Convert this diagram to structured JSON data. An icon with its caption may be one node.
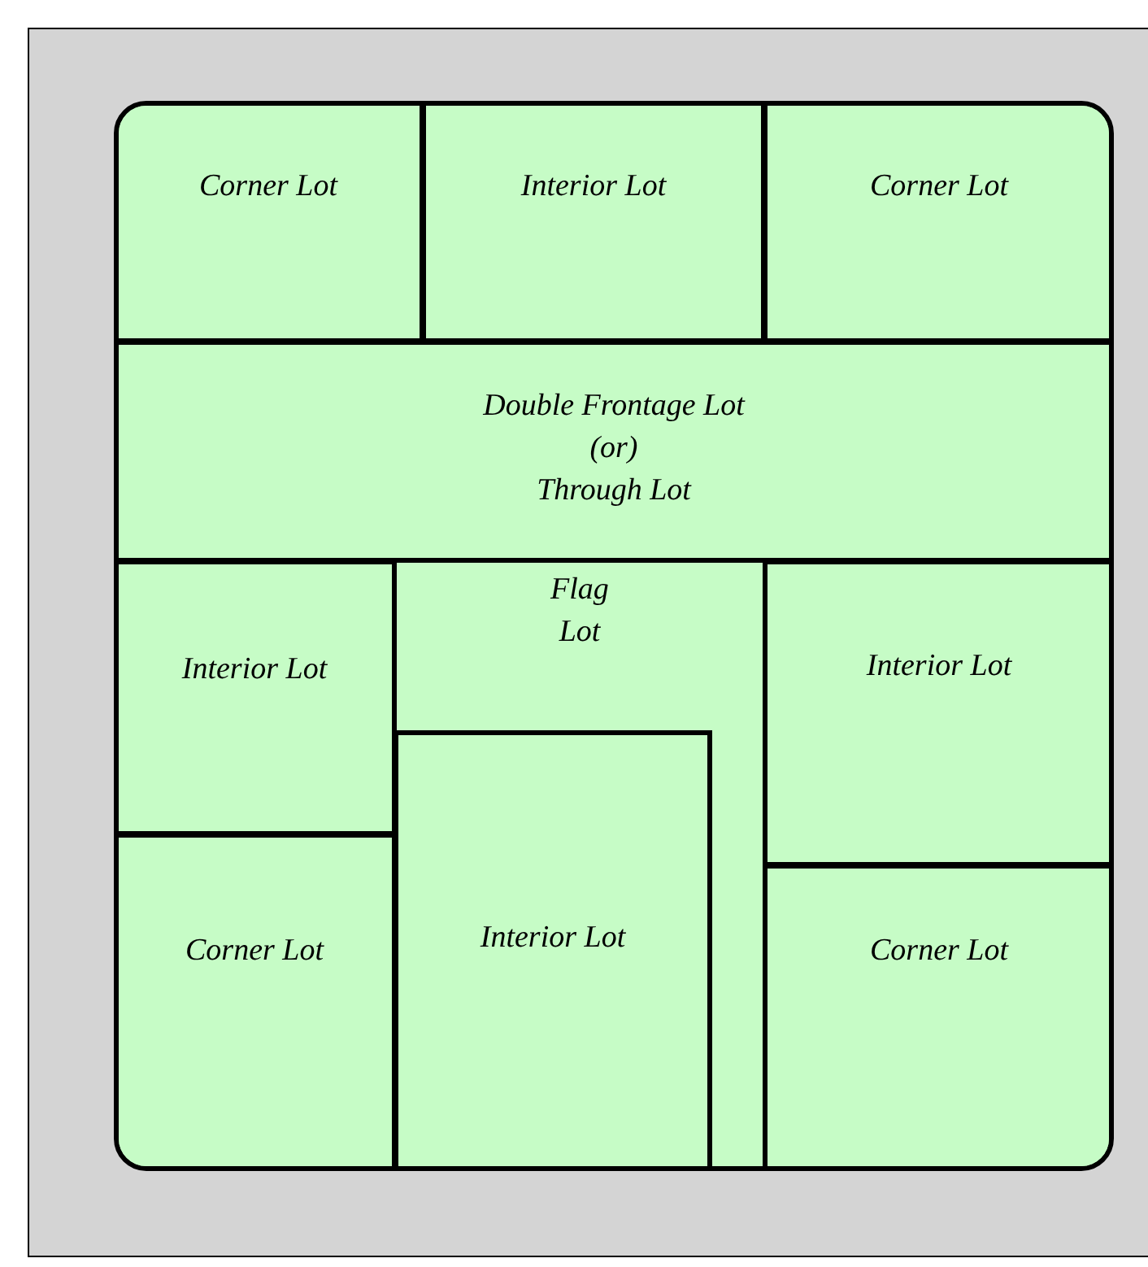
{
  "diagram": {
    "nodes": [
      {
        "text": [
          "Corner Lot"
        ]
      },
      {
        "text": [
          "Interior Lot"
        ]
      },
      {
        "text": [
          "Corner Lot"
        ]
      },
      {
        "text": [
          "Double Frontage Lot",
          "(or)",
          "Through Lot"
        ]
      },
      {
        "text": [
          "Interior Lot"
        ]
      },
      {
        "text": [
          "Flag Lot"
        ]
      },
      {
        "text": [
          "Interior Lot"
        ]
      },
      {
        "text": [
          "Corner Lot"
        ]
      },
      {
        "text": [
          "Interior Lot"
        ]
      },
      {
        "text": [
          "Corner Lot"
        ]
      }
    ]
  }
}
